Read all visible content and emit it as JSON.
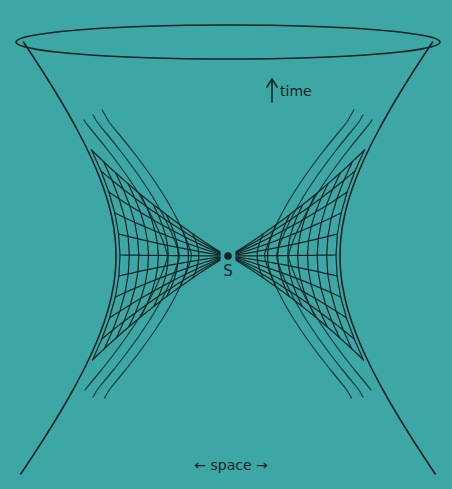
{
  "diagram": {
    "labels": [
      "time",
      "S",
      "← space →"
    ]
  }
}
